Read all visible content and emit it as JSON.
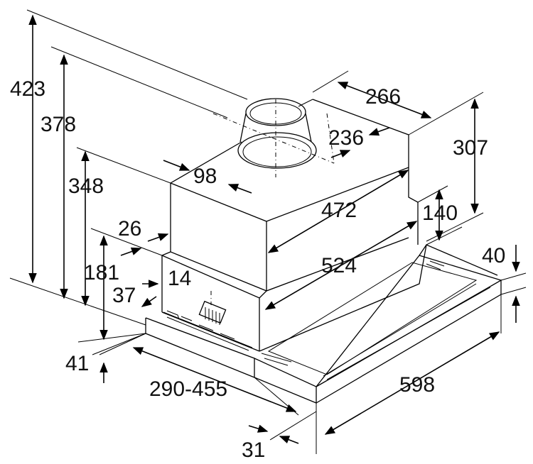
{
  "dimensions": {
    "d423": "423",
    "d378": "378",
    "d348": "348",
    "d181": "181",
    "d37": "37",
    "d41": "41",
    "d26": "26",
    "d14": "14",
    "d98": "98",
    "d236": "236",
    "d266": "266",
    "d307": "307",
    "d140": "140",
    "d472": "472",
    "d524": "524",
    "d40": "40",
    "d598": "598",
    "d290_455": "290-455",
    "d31": "31"
  }
}
